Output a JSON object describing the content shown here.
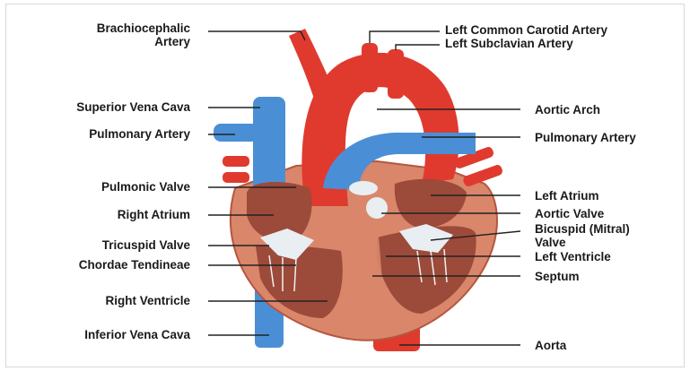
{
  "labels": {
    "brachiocephalic_1": "Brachiocephalic",
    "brachiocephalic_2": "Artery",
    "superior_vena_cava": "Superior Vena Cava",
    "pulmonary_artery_left": "Pulmonary Artery",
    "pulmonic_valve": "Pulmonic Valve",
    "right_atrium": "Right Atrium",
    "tricuspid_valve": "Tricuspid Valve",
    "chordae_tendineae": "Chordae Tendineae",
    "right_ventricle": "Right Ventricle",
    "inferior_vena_cava": "Inferior Vena Cava",
    "left_common_carotid": "Left Common Carotid Artery",
    "left_subclavian": "Left Subclavian Artery",
    "aortic_arch": "Aortic Arch",
    "pulmonary_artery_right": "Pulmonary Artery",
    "left_atrium": "Left Atrium",
    "aortic_valve": "Aortic Valve",
    "bicuspid_1": "Bicuspid (Mitral)",
    "bicuspid_2": "Valve",
    "left_ventricle": "Left Ventricle",
    "septum": "Septum",
    "aorta": "Aorta"
  },
  "colors": {
    "artery_red": "#e03a2e",
    "vein_blue": "#4a8fd6",
    "muscle": "#d9866a",
    "chamber": "#9c4a3a",
    "valve_white": "#e8eef2",
    "leader_line": "#222222"
  }
}
